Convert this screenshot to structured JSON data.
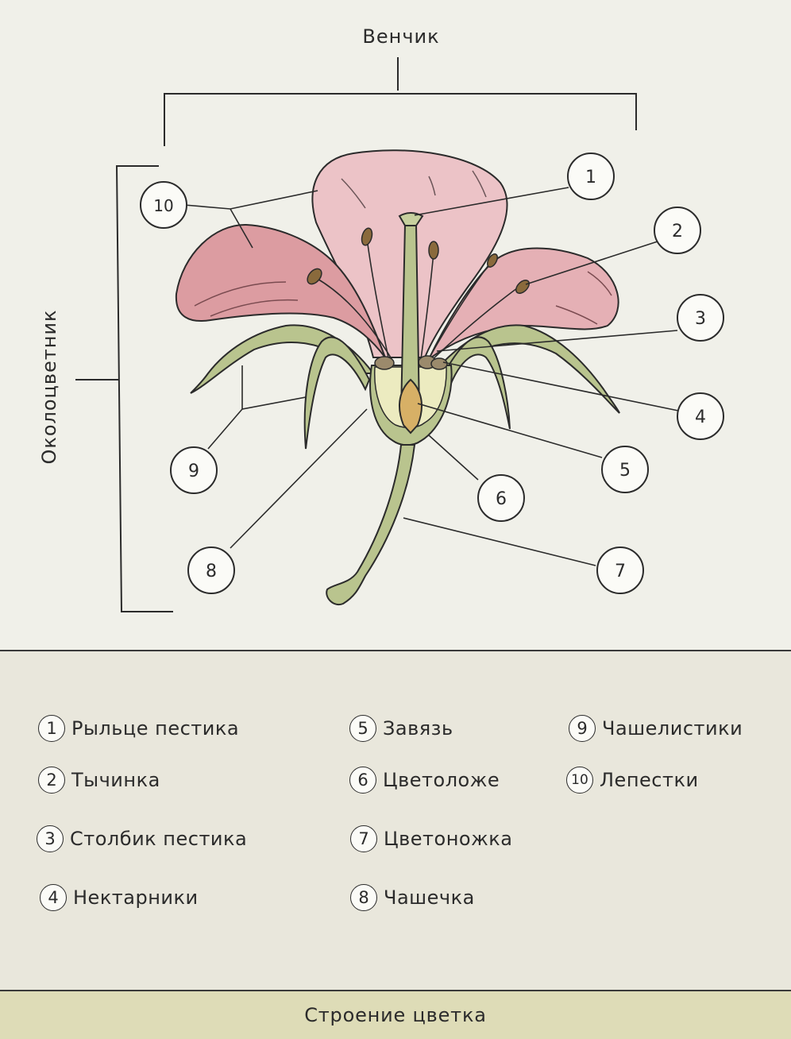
{
  "diagram": {
    "corolla_label": "Венчик",
    "perianth_label": "Околоцветник",
    "callouts": [
      "1",
      "2",
      "3",
      "4",
      "5",
      "6",
      "7",
      "8",
      "9",
      "10"
    ]
  },
  "legend": {
    "items": [
      {
        "num": "1",
        "label": "Рыльце пестика"
      },
      {
        "num": "2",
        "label": "Тычинка"
      },
      {
        "num": "3",
        "label": "Столбик пестика"
      },
      {
        "num": "4",
        "label": "Нектарники"
      },
      {
        "num": "5",
        "label": "Завязь"
      },
      {
        "num": "6",
        "label": "Цветоложе"
      },
      {
        "num": "7",
        "label": "Цветоножка"
      },
      {
        "num": "8",
        "label": "Чашечка"
      },
      {
        "num": "9",
        "label": "Чашелистики"
      },
      {
        "num": "10",
        "label": "Лепестки"
      }
    ]
  },
  "footer": {
    "title": "Строение цветка"
  },
  "colors": {
    "petal": "#e9bcc0",
    "petal_dark": "#d98e94",
    "stem": "#b9c48e",
    "receptacle": "#ecebc0",
    "anther": "#8a6a3c",
    "ovary": "#d7b066",
    "footer_band": "#dedcb7",
    "legend_bg": "#e9e7dc"
  }
}
